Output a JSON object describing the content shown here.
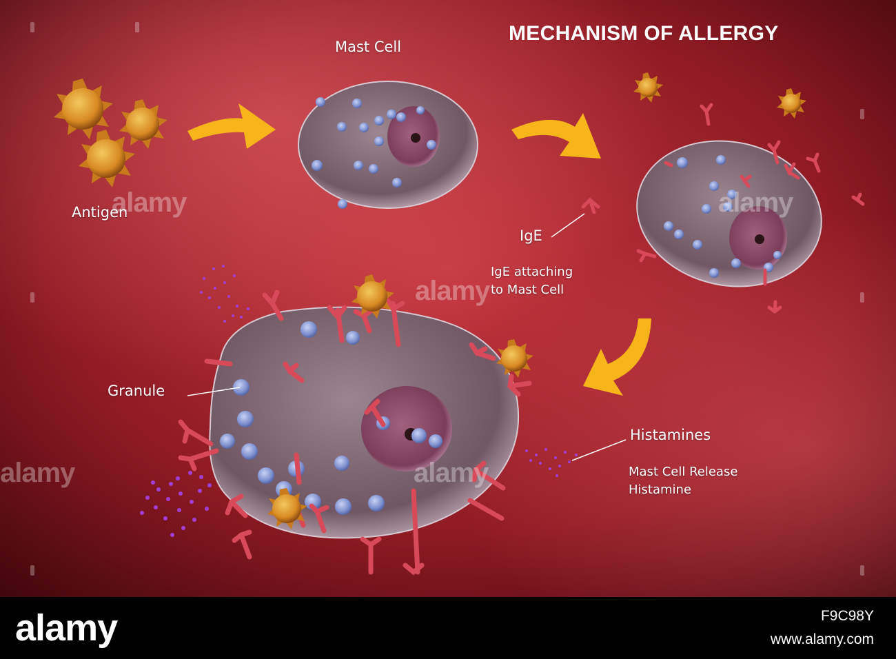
{
  "diagram": {
    "title": "MECHANISM OF ALLERGY",
    "labels": {
      "mast_cell": "Mast Cell",
      "antigen": "Antigen",
      "ige": "IgE",
      "ige_attaching_line1": "IgE attaching",
      "ige_attaching_line2": "to Mast Cell",
      "granule": "Granule",
      "histamines": "Histamines",
      "release_line1": "Mast Cell Release",
      "release_line2": "Histamine"
    },
    "colors": {
      "background": "#b8303a",
      "arrow": "#f7b41b",
      "antigen": "#e09a2e",
      "antibody": "#d84a5a",
      "granule": "#8aa0d8",
      "histamine": "#9b3fd0"
    }
  },
  "watermark": {
    "text": "alamy"
  },
  "footer": {
    "logo": "alamy",
    "image_id": "F9C98Y",
    "url": "www.alamy.com"
  }
}
